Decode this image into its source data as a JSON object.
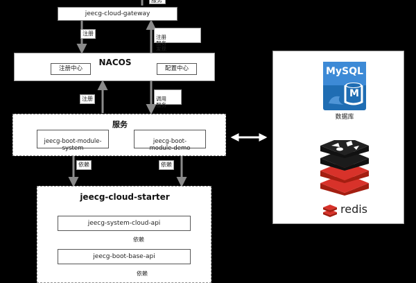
{
  "gateway": {
    "label": "jeecg-cloud-gateway"
  },
  "gateway_top_partial": {
    "label": "服务"
  },
  "nacos": {
    "title": "NACOS",
    "register_center": "注册中心",
    "config_center": "配置中心"
  },
  "edges": {
    "gateway_register": "注册",
    "gateway_discover": "注册\n服务\n发现",
    "service_register": "注册",
    "service_call": "调用\n服务",
    "system_depends": "依赖",
    "demo_depends": "依赖",
    "api_depends": "依赖",
    "base_depends": "依赖"
  },
  "services": {
    "title": "服务",
    "system_module": "jeecg-boot-module-\nsystem",
    "demo_module": "jeecg-boot-\nmodule-demo"
  },
  "starter": {
    "title": "jeecg-cloud-starter",
    "system_cloud_api": "jeecg-system-cloud-api",
    "boot_base_api": "jeecg-boot-base-api"
  },
  "storage": {
    "mysql_logo": "MySQL",
    "mysql_badge": "M",
    "database_label": "数据库",
    "redis_label": "redis"
  },
  "colors": {
    "mysql_blue": "#1f6db3",
    "redis_red": "#d8322a",
    "redis_dark": "#111111",
    "line": "#7a7a7a"
  }
}
